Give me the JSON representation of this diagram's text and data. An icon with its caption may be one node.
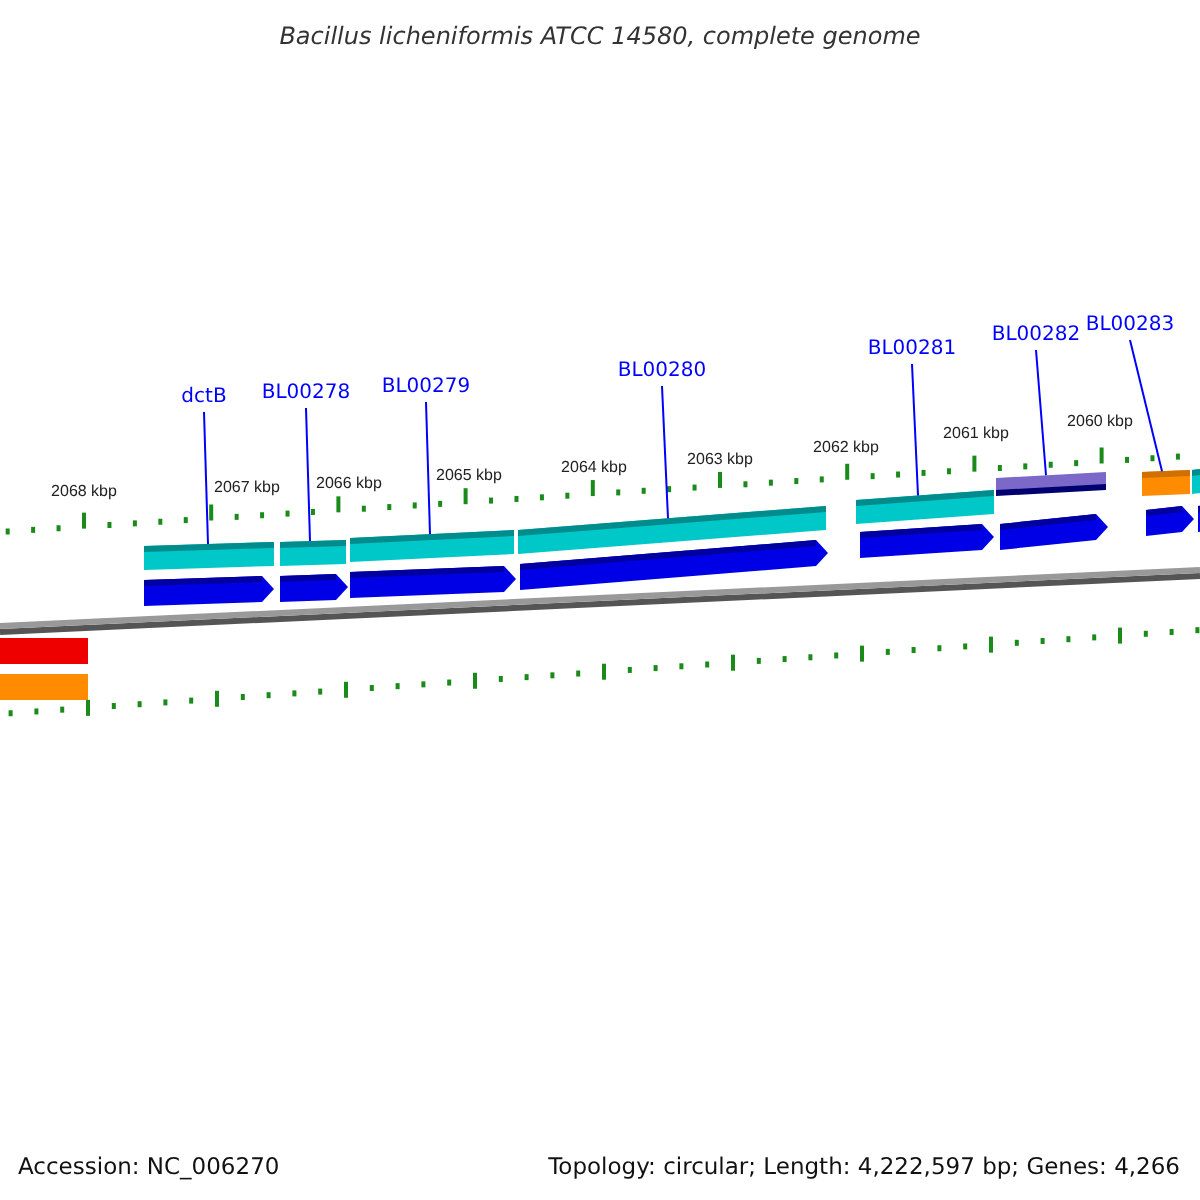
{
  "diagram": {
    "title": "Bacillus licheniformis ATCC 14580, complete genome",
    "nodes": [
      {
        "text": [
          "dctB"
        ]
      },
      {
        "text": [
          "BL00278"
        ]
      },
      {
        "text": [
          "BL00279"
        ]
      },
      {
        "text": [
          "BL00280"
        ]
      },
      {
        "text": [
          "BL00281"
        ]
      },
      {
        "text": [
          "BL00282"
        ]
      },
      {
        "text": [
          "BL00283"
        ]
      },
      {
        "text": [],
        "shape": "bar"
      },
      {
        "text": [],
        "shape": "bar"
      },
      {
        "text": [],
        "shape": "bar"
      },
      {
        "text": [],
        "shape": "bar"
      },
      {
        "text": [],
        "shape": "bar"
      },
      {
        "text": [],
        "shape": "bar"
      },
      {
        "text": [],
        "shape": "bar"
      }
    ],
    "edges": [
      {
        "from": 0,
        "to": 7,
        "arrow": "none"
      },
      {
        "from": 1,
        "to": 8,
        "arrow": "none"
      },
      {
        "from": 2,
        "to": 9,
        "arrow": "none"
      },
      {
        "from": 3,
        "to": 10,
        "arrow": "none"
      },
      {
        "from": 4,
        "to": 11,
        "arrow": "none"
      },
      {
        "from": 5,
        "to": 12,
        "arrow": "none"
      },
      {
        "from": 6,
        "to": 13,
        "arrow": "none"
      }
    ],
    "labels": [
      "2068 kbp",
      "2067 kbp",
      "2066 kbp",
      "2065 kbp",
      "2064 kbp",
      "2063 kbp",
      "2062 kbp",
      "2061 kbp",
      "2060 kbp",
      "Accession: NC_006270",
      "Topology: circular; Length: 4,222,597 bp; Genes: 4,266"
    ]
  }
}
